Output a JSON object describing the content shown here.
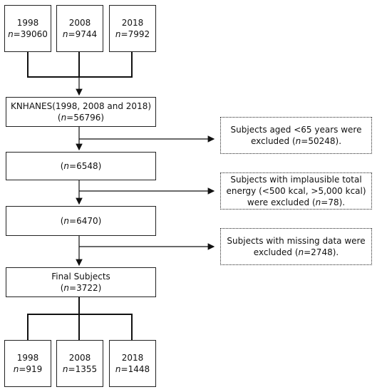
{
  "top_groups": [
    {
      "year": "1998",
      "n": "39060"
    },
    {
      "year": "2008",
      "n": "9744"
    },
    {
      "year": "2018",
      "n": "7992"
    }
  ],
  "combined": {
    "title": "KNHANES(1998, 2008 and 2018)",
    "n": "56796"
  },
  "steps": [
    {
      "n": "6548"
    },
    {
      "n": "6470"
    }
  ],
  "final": {
    "title": "Final Subjects",
    "n": "3722"
  },
  "exclusions": [
    {
      "lines": [
        "Subjects aged <65 years were",
        "excluded ("
      ],
      "n": "50248",
      "after": ")."
    },
    {
      "lines": [
        "Subjects with implausible total",
        "energy (<500 kcal, >5,000 kcal)",
        "were excluded ("
      ],
      "n": "78",
      "after": ")."
    },
    {
      "lines": [
        "Subjects with missing data were",
        "excluded ("
      ],
      "n": "2748",
      "after": ")."
    }
  ],
  "bottom_groups": [
    {
      "year": "1998",
      "n": "919"
    },
    {
      "year": "2008",
      "n": "1355"
    },
    {
      "year": "2018",
      "n": "1448"
    }
  ],
  "n_symbol": "n",
  "equals": "="
}
